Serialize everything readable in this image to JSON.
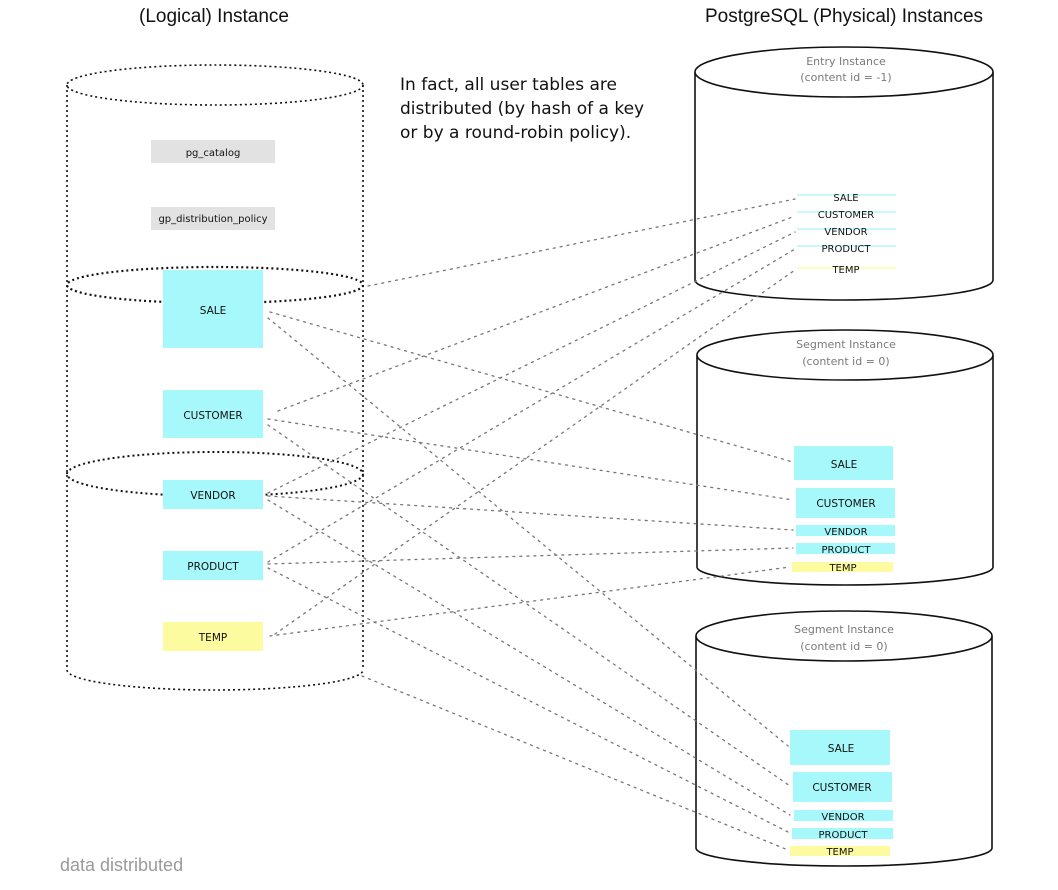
{
  "titles": {
    "logical": "(Logical)  Instance",
    "physical": "PostgreSQL (Physical) Instances"
  },
  "note": {
    "line1": "In fact, all user tables are",
    "line2": "distributed (by hash of a key",
    "line3": "or by a round-robin policy)."
  },
  "logical": {
    "catalog_tables": [
      "pg_catalog",
      "gp_distribution_policy"
    ],
    "user_tables": [
      "SALE",
      "CUSTOMER",
      "VENDOR",
      "PRODUCT",
      "TEMP"
    ]
  },
  "instances": [
    {
      "name": "Entry Instance",
      "content_id": "(content id = -1)",
      "tables": [
        "SALE",
        "CUSTOMER",
        "VENDOR",
        "PRODUCT",
        "TEMP"
      ]
    },
    {
      "name": "Segment Instance",
      "content_id": "(content id = 0)",
      "tables": [
        "SALE",
        "CUSTOMER",
        "VENDOR",
        "PRODUCT",
        "TEMP"
      ]
    },
    {
      "name": "Segment Instance",
      "content_id": "(content id = 0)",
      "tables": [
        "SALE",
        "CUSTOMER",
        "VENDOR",
        "PRODUCT",
        "TEMP"
      ]
    }
  ],
  "colors": {
    "user_table": "#a6f8fb",
    "temp_table": "#fdfba0",
    "catalog_table": "#e2e2e2"
  },
  "footer": "data distributed"
}
